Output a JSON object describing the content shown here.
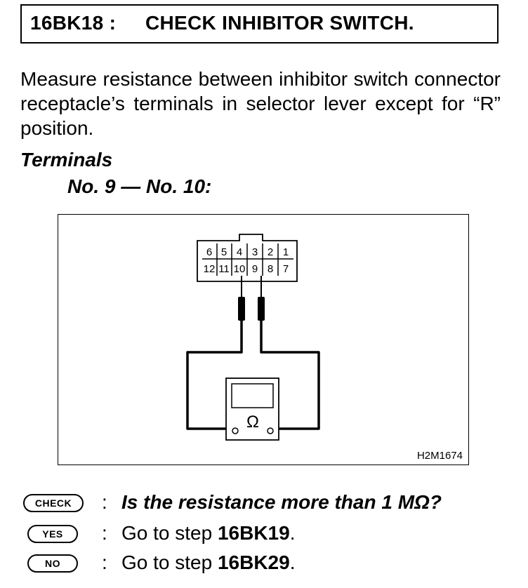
{
  "header": {
    "code": "16BK18 :",
    "title": "CHECK INHIBITOR SWITCH."
  },
  "instructions": "Measure resistance between inhibitor switch connector receptacle’s terminals in selector lever except for “R” position.",
  "terminals": {
    "heading": "Terminals",
    "value": "No. 9 — No. 10:"
  },
  "figure": {
    "id": "H2M1674",
    "connector_top_row": [
      "6",
      "5",
      "4",
      "3",
      "2",
      "1"
    ],
    "connector_bottom_row": [
      "12",
      "11",
      "10",
      "9",
      "8",
      "7"
    ],
    "meter_symbol": "Ω"
  },
  "check": {
    "badge": "CHECK",
    "colon": ":",
    "question": "Is the resistance more than 1 MΩ?"
  },
  "yes": {
    "badge": "YES",
    "colon": ":",
    "prefix": "Go to step ",
    "step": "16BK19",
    "suffix": "."
  },
  "no": {
    "badge": "NO",
    "colon": ":",
    "prefix": "Go to step ",
    "step": "16BK29",
    "suffix": "."
  }
}
